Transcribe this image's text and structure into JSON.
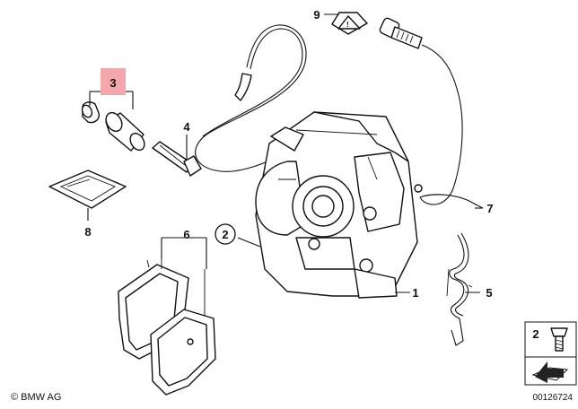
{
  "diagram": {
    "callouts": [
      {
        "key": "c9",
        "label": "9"
      },
      {
        "key": "c3",
        "label": "3"
      },
      {
        "key": "c4",
        "label": "4"
      },
      {
        "key": "c8",
        "label": "8"
      },
      {
        "key": "c7",
        "label": "7"
      },
      {
        "key": "c2",
        "label": "2"
      },
      {
        "key": "c6",
        "label": "6"
      },
      {
        "key": "c5",
        "label": "5"
      },
      {
        "key": "c1",
        "label": "1"
      }
    ],
    "highlight_color": "#f4a6ad",
    "legend": {
      "label": "2",
      "icons": [
        "bolt-icon",
        "wrench-arrow-icon"
      ]
    },
    "copyright": "© BMW AG",
    "drawing_number": "00126724"
  }
}
